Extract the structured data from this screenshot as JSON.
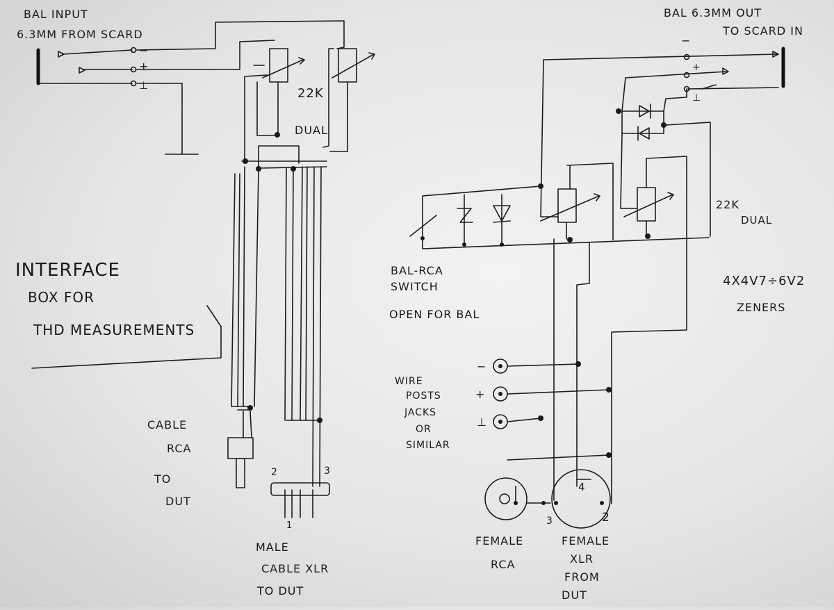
{
  "labels": {
    "bal_input_1": "BAL INPUT",
    "bal_input_2": "6.3MM FROM SCARD",
    "bal_out_1": "BAL 6.3MM OUT",
    "bal_out_2": "TO SCARD IN",
    "pot_left_value": "22K",
    "pot_left_type": "DUAL",
    "pot_right_value": "22K",
    "pot_right_type": "DUAL",
    "title_1": "INTERFACE",
    "title_2": "BOX FOR",
    "title_3": "THD MEASUREMENTS",
    "switch_1": "BAL-RCA",
    "switch_2": "SWITCH",
    "switch_3": "OPEN FOR BAL",
    "zener_1": "4x4V7÷6V2",
    "zener_2": "ZENERS",
    "cable_rca_1": "CABLE",
    "cable_rca_2": "RCA",
    "cable_rca_3": "TO",
    "cable_rca_4": "DUT",
    "male_xlr_1": "MALE",
    "male_xlr_2": "CABLE XLR",
    "male_xlr_3": "TO DUT",
    "wire_posts_1": "WIRE",
    "wire_posts_2": "POSTS",
    "wire_posts_3": "JACKS",
    "wire_posts_4": "OR",
    "wire_posts_5": "SIMILAR",
    "female_rca_1": "FEMALE",
    "female_rca_2": "RCA",
    "female_xlr_1": "FEMALE",
    "female_xlr_2": "XLR",
    "female_xlr_3": "FROM",
    "female_xlr_4": "DUT",
    "minus": "−",
    "plus": "+",
    "ground": "⊥",
    "pin_1": "1",
    "pin_2": "2",
    "pin_3": "3",
    "pin_4": "4"
  }
}
